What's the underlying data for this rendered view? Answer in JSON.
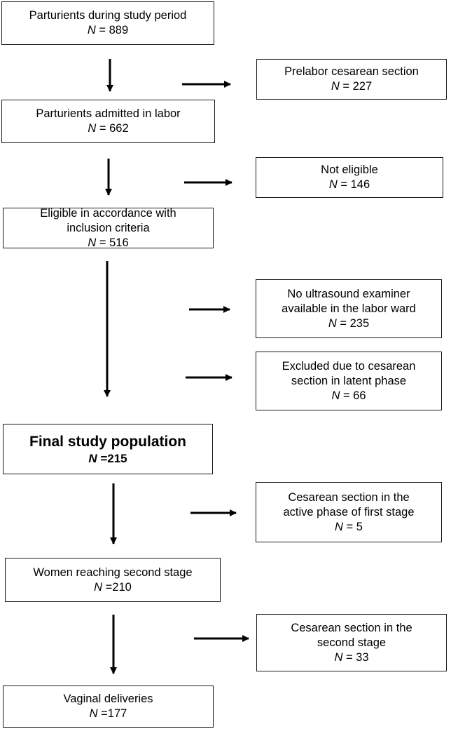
{
  "boxes": {
    "parturients": {
      "label": "Parturients during study period",
      "n_prefix": "N",
      "n_value": " = 889"
    },
    "prelabor": {
      "label": "Prelabor cesarean section",
      "n_prefix": "N",
      "n_value": " = 227"
    },
    "admitted": {
      "label": "Parturients admitted in labor",
      "n_prefix": "N",
      "n_value": " = 662"
    },
    "not_eligible": {
      "label": "Not eligible",
      "n_prefix": "N",
      "n_value": " = 146"
    },
    "eligible": {
      "label_line1": "Eligible in accordance with",
      "label_line2": "inclusion criteria",
      "n_prefix": "N",
      "n_value": " = 516"
    },
    "no_ultrasound": {
      "label_line1": "No ultrasound examiner",
      "label_line2": "available in the labor ward",
      "n_prefix": "N",
      "n_value": " = 235"
    },
    "latent": {
      "label_line1": "Excluded due to cesarean",
      "label_line2": "section in latent phase",
      "n_prefix": "N",
      "n_value": " = 66"
    },
    "final": {
      "label": "Final study population",
      "n_prefix": "N",
      "n_value": " =215"
    },
    "active_phase": {
      "label_line1": "Cesarean section in the",
      "label_line2": "active phase of first stage",
      "n_prefix": "N",
      "n_value": " = 5"
    },
    "second_stage": {
      "label": "Women reaching second stage",
      "n_prefix": "N",
      "n_value": " =210"
    },
    "cs_second": {
      "label_line1": "Cesarean section in the",
      "label_line2": "second stage",
      "n_prefix": "N",
      "n_value": " = 33"
    },
    "vaginal": {
      "label": "Vaginal deliveries",
      "n_prefix": "N",
      "n_value": " =177"
    }
  }
}
